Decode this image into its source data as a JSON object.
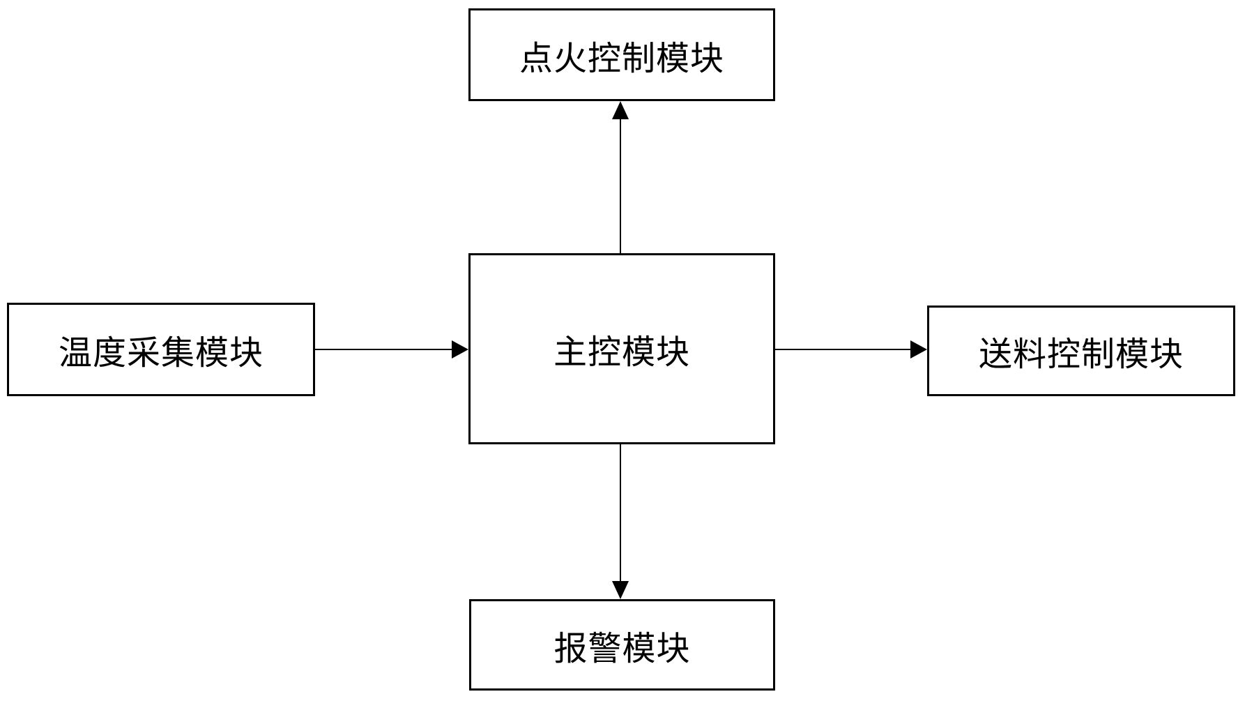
{
  "diagram": {
    "type": "block-diagram",
    "background_color": "#ffffff",
    "line_color": "#000000",
    "nodes": {
      "ignition": {
        "label": "点火控制模块"
      },
      "main": {
        "label": "主控模块"
      },
      "temperature": {
        "label": "温度采集模块"
      },
      "feeding": {
        "label": "送料控制模块"
      },
      "alarm": {
        "label": "报警模块"
      }
    },
    "edges": [
      {
        "from": "主控模块",
        "to": "点火控制模块",
        "direction": "up",
        "arrow": true
      },
      {
        "from": "温度采集模块",
        "to": "主控模块",
        "direction": "right",
        "arrow": true
      },
      {
        "from": "主控模块",
        "to": "送料控制模块",
        "direction": "right",
        "arrow": true
      },
      {
        "from": "主控模块",
        "to": "报警模块",
        "direction": "down",
        "arrow": true
      }
    ]
  }
}
